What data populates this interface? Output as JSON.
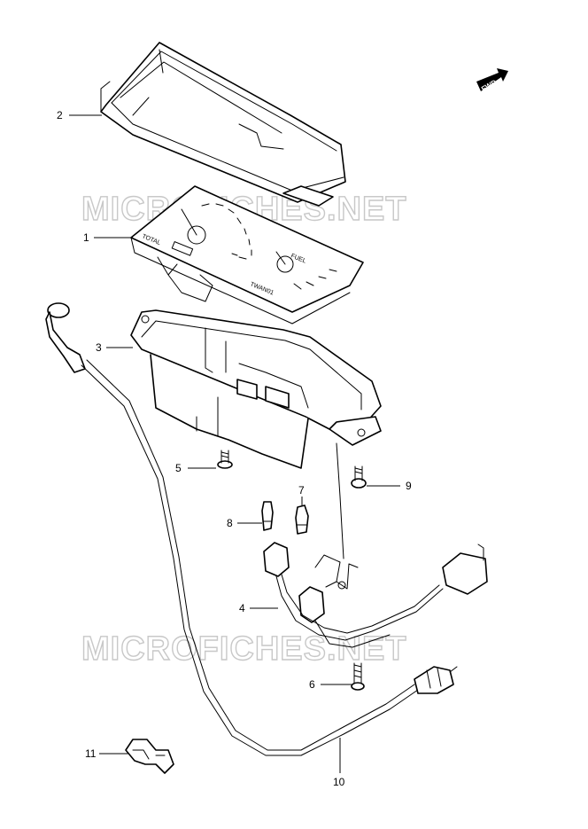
{
  "diagram": {
    "direction_badge": "FWD",
    "watermark": "MICROFICHES.NET",
    "dial_labels": {
      "total": "TOTAL",
      "fuel": "FUEL",
      "brand": "TWAN01"
    },
    "callouts": [
      {
        "id": "callout-1",
        "label": "1"
      },
      {
        "id": "callout-2",
        "label": "2"
      },
      {
        "id": "callout-3",
        "label": "3"
      },
      {
        "id": "callout-4",
        "label": "4"
      },
      {
        "id": "callout-5",
        "label": "5"
      },
      {
        "id": "callout-6",
        "label": "6"
      },
      {
        "id": "callout-7",
        "label": "7"
      },
      {
        "id": "callout-8",
        "label": "8"
      },
      {
        "id": "callout-9",
        "label": "9"
      },
      {
        "id": "callout-10",
        "label": "10"
      },
      {
        "id": "callout-11",
        "label": "11"
      }
    ]
  }
}
